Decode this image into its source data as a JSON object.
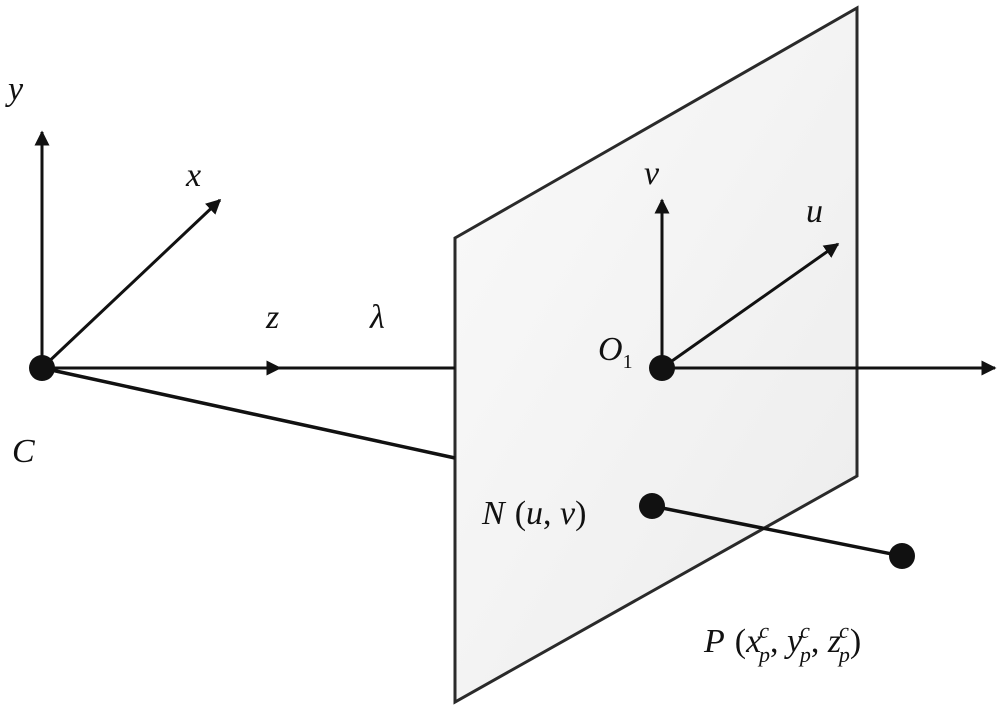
{
  "colors": {
    "line": "#111111",
    "plane_fill": "#f4f4f4",
    "plane_stroke": "#2a2a2a",
    "background": "#ffffff"
  },
  "labels": {
    "axis_y": "y",
    "axis_x": "x",
    "axis_z": "z",
    "focal": "λ",
    "camera_center": "C",
    "axis_v": "v",
    "axis_u": "u",
    "origin_main": "O",
    "origin_sub": "1",
    "image_point": "N",
    "image_point_u": "u",
    "image_point_v": "v",
    "world_point": "P",
    "world_x": "x",
    "world_y": "y",
    "world_z": "z",
    "sup_c": "c",
    "sub_p": "p"
  }
}
